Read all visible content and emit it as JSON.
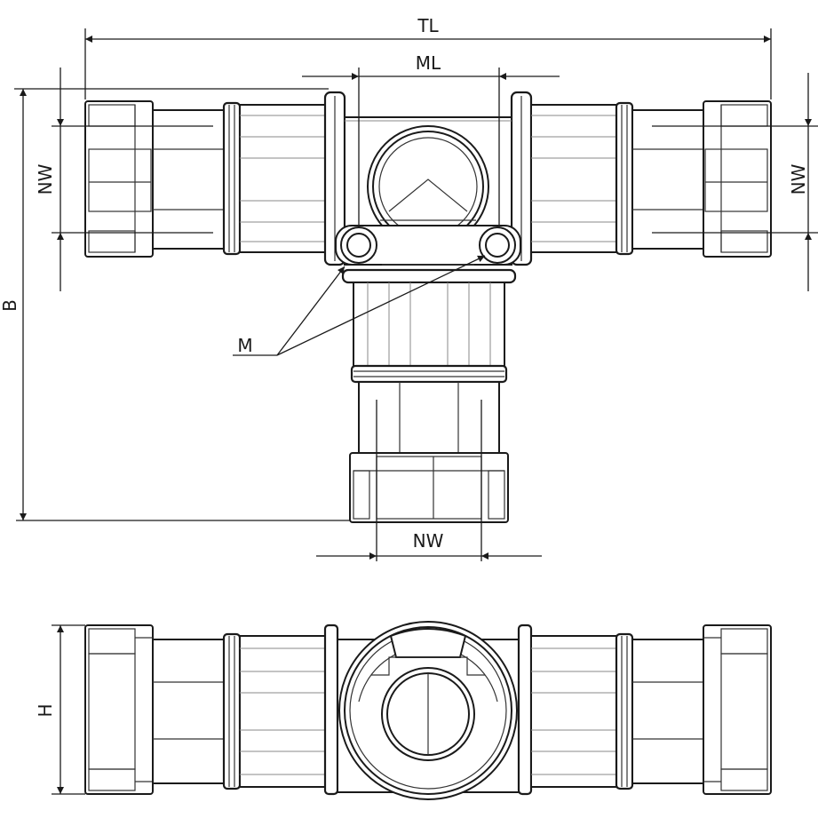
{
  "labels": {
    "total_length": "TL",
    "middle_length": "ML",
    "nominal_width_left": "NW",
    "nominal_width_right": "NW",
    "nominal_width_bottom": "NW",
    "branch_length": "B",
    "measurement_port": "M",
    "height": "H"
  },
  "colors": {
    "line": "#1a1a1a",
    "background": "#ffffff"
  }
}
